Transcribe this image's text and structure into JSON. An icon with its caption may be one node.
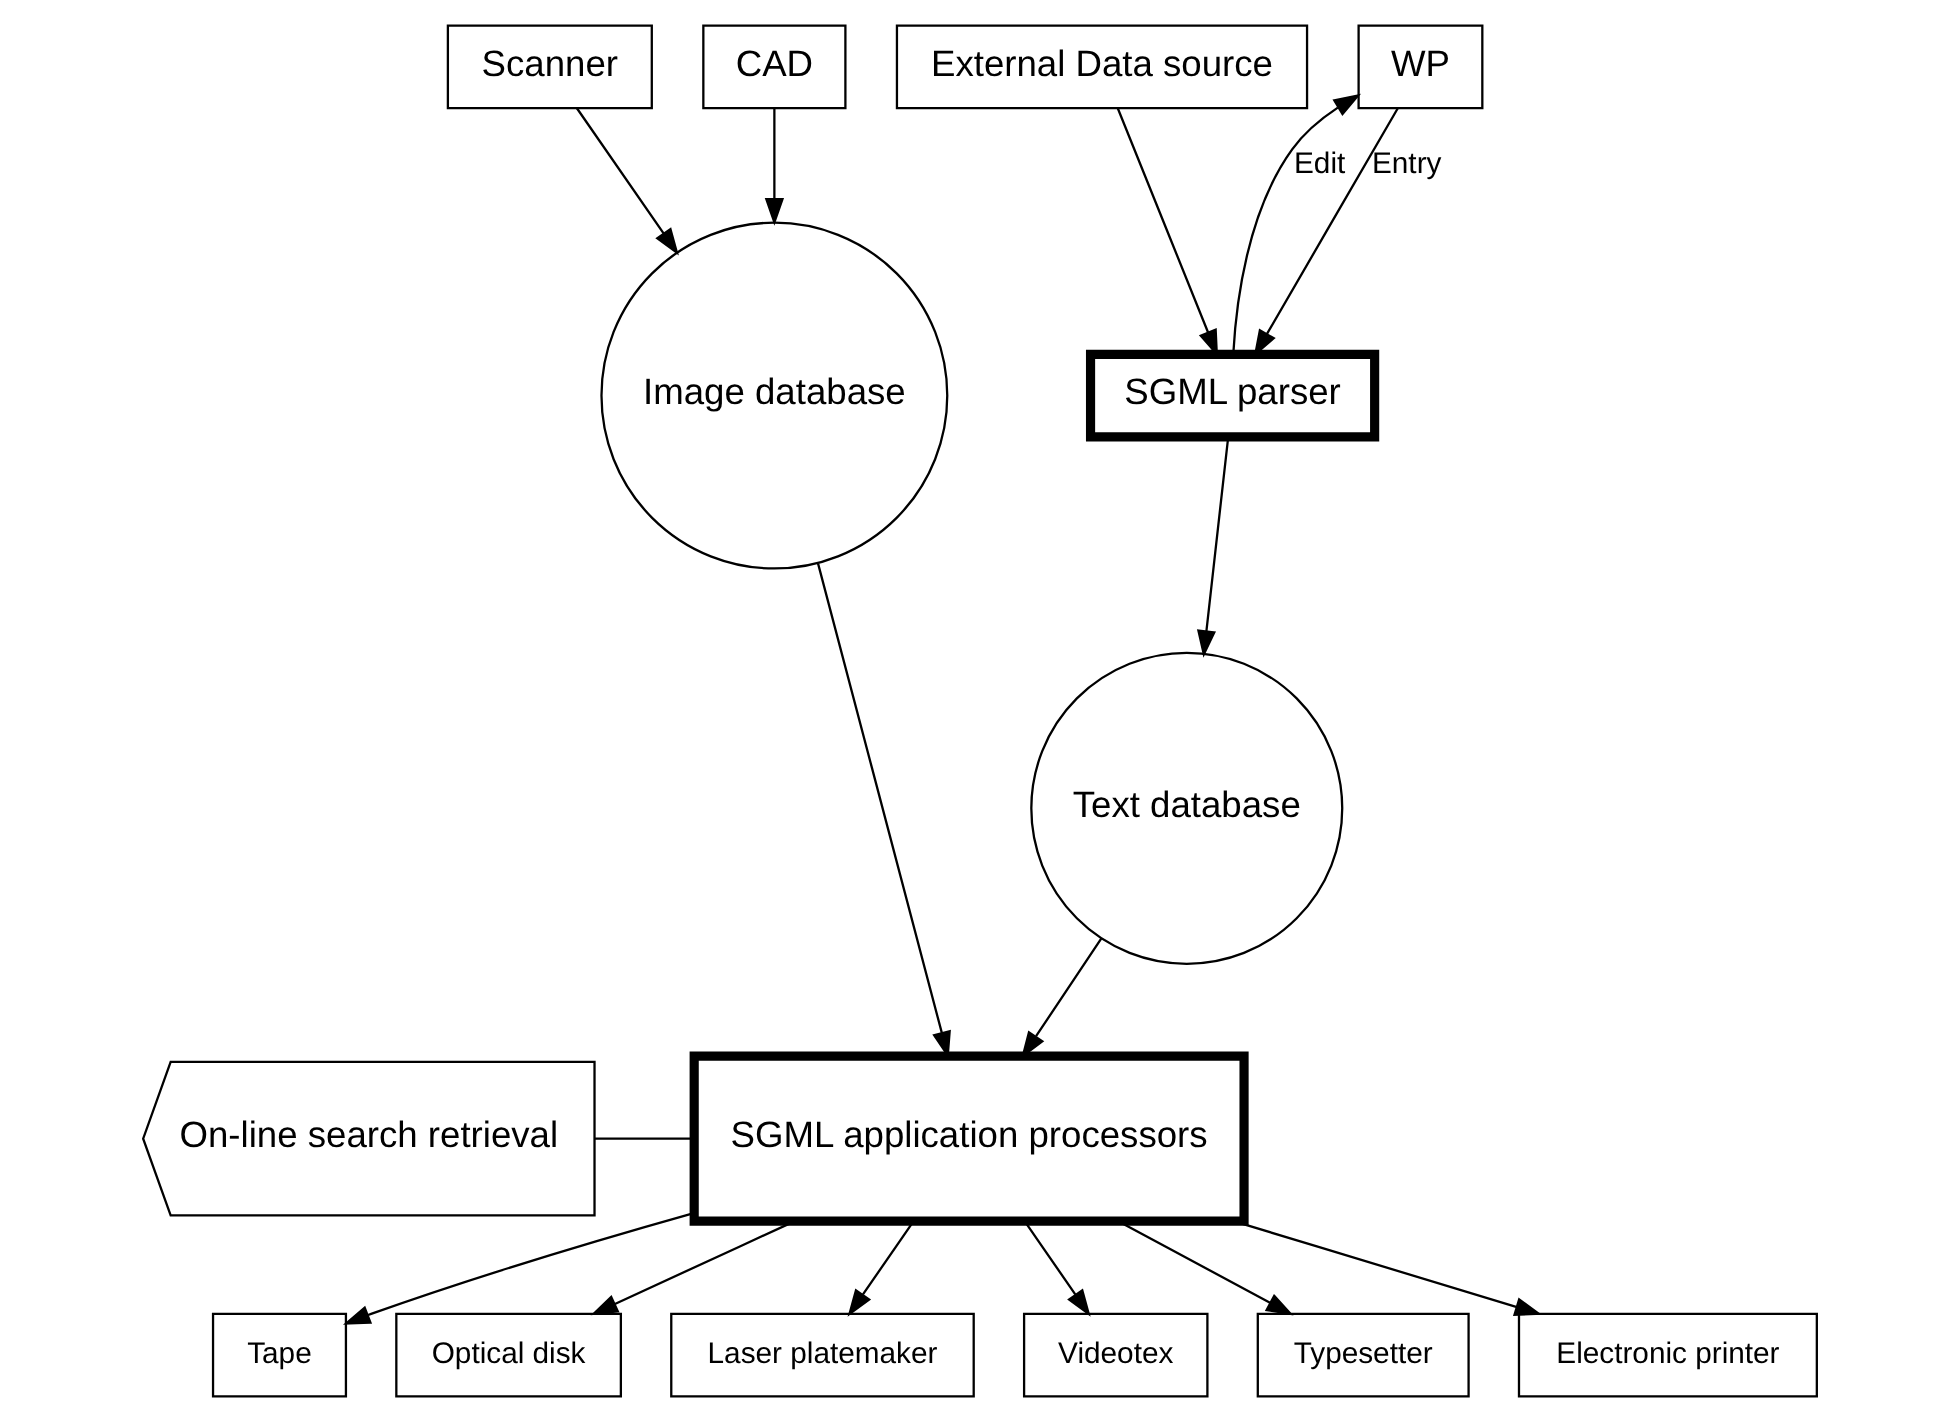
{
  "diagram": {
    "nodes": [
      {
        "text": [
          "Scanner"
        ]
      },
      {
        "text": [
          "CAD"
        ]
      },
      {
        "text": [
          "WP"
        ]
      },
      {
        "text": [
          "External Data source"
        ]
      },
      {
        "text": [
          "Image database"
        ]
      },
      {
        "text": [
          "SGML parser"
        ]
      },
      {
        "text": [
          "Text database"
        ]
      },
      {
        "text": [
          "On-line search retrieval"
        ]
      },
      {
        "text": [
          "SGML application processors"
        ]
      },
      {
        "text": [
          "Tape"
        ]
      },
      {
        "text": [
          "Optical disk"
        ]
      },
      {
        "text": [
          "Laser platemaker"
        ]
      },
      {
        "text": [
          "Videotex"
        ]
      },
      {
        "text": [
          "Typesetter"
        ]
      },
      {
        "text": [
          "Electronic printer"
        ]
      }
    ],
    "edges": [
      {
        "from": 0,
        "to": 4,
        "arrow": "to"
      },
      {
        "from": 1,
        "to": 4,
        "arrow": "to"
      },
      {
        "from": 2,
        "to": 5,
        "arrow": "to",
        "label": "Entry"
      },
      {
        "from": 5,
        "to": 2,
        "arrow": "to",
        "label": "Edit"
      },
      {
        "from": 3,
        "to": 5,
        "arrow": "to"
      },
      {
        "from": 5,
        "to": 6,
        "arrow": "to"
      },
      {
        "from": 4,
        "to": 8,
        "arrow": "to"
      },
      {
        "from": 6,
        "to": 8,
        "arrow": "to"
      },
      {
        "from": 7,
        "to": 8,
        "arrow": "none"
      },
      {
        "from": 8,
        "to": 9,
        "arrow": "to"
      },
      {
        "from": 8,
        "to": 10,
        "arrow": "to"
      },
      {
        "from": 8,
        "to": 11,
        "arrow": "to"
      },
      {
        "from": 8,
        "to": 12,
        "arrow": "to"
      },
      {
        "from": 8,
        "to": 13,
        "arrow": "to"
      },
      {
        "from": 8,
        "to": 14,
        "arrow": "to"
      }
    ]
  }
}
